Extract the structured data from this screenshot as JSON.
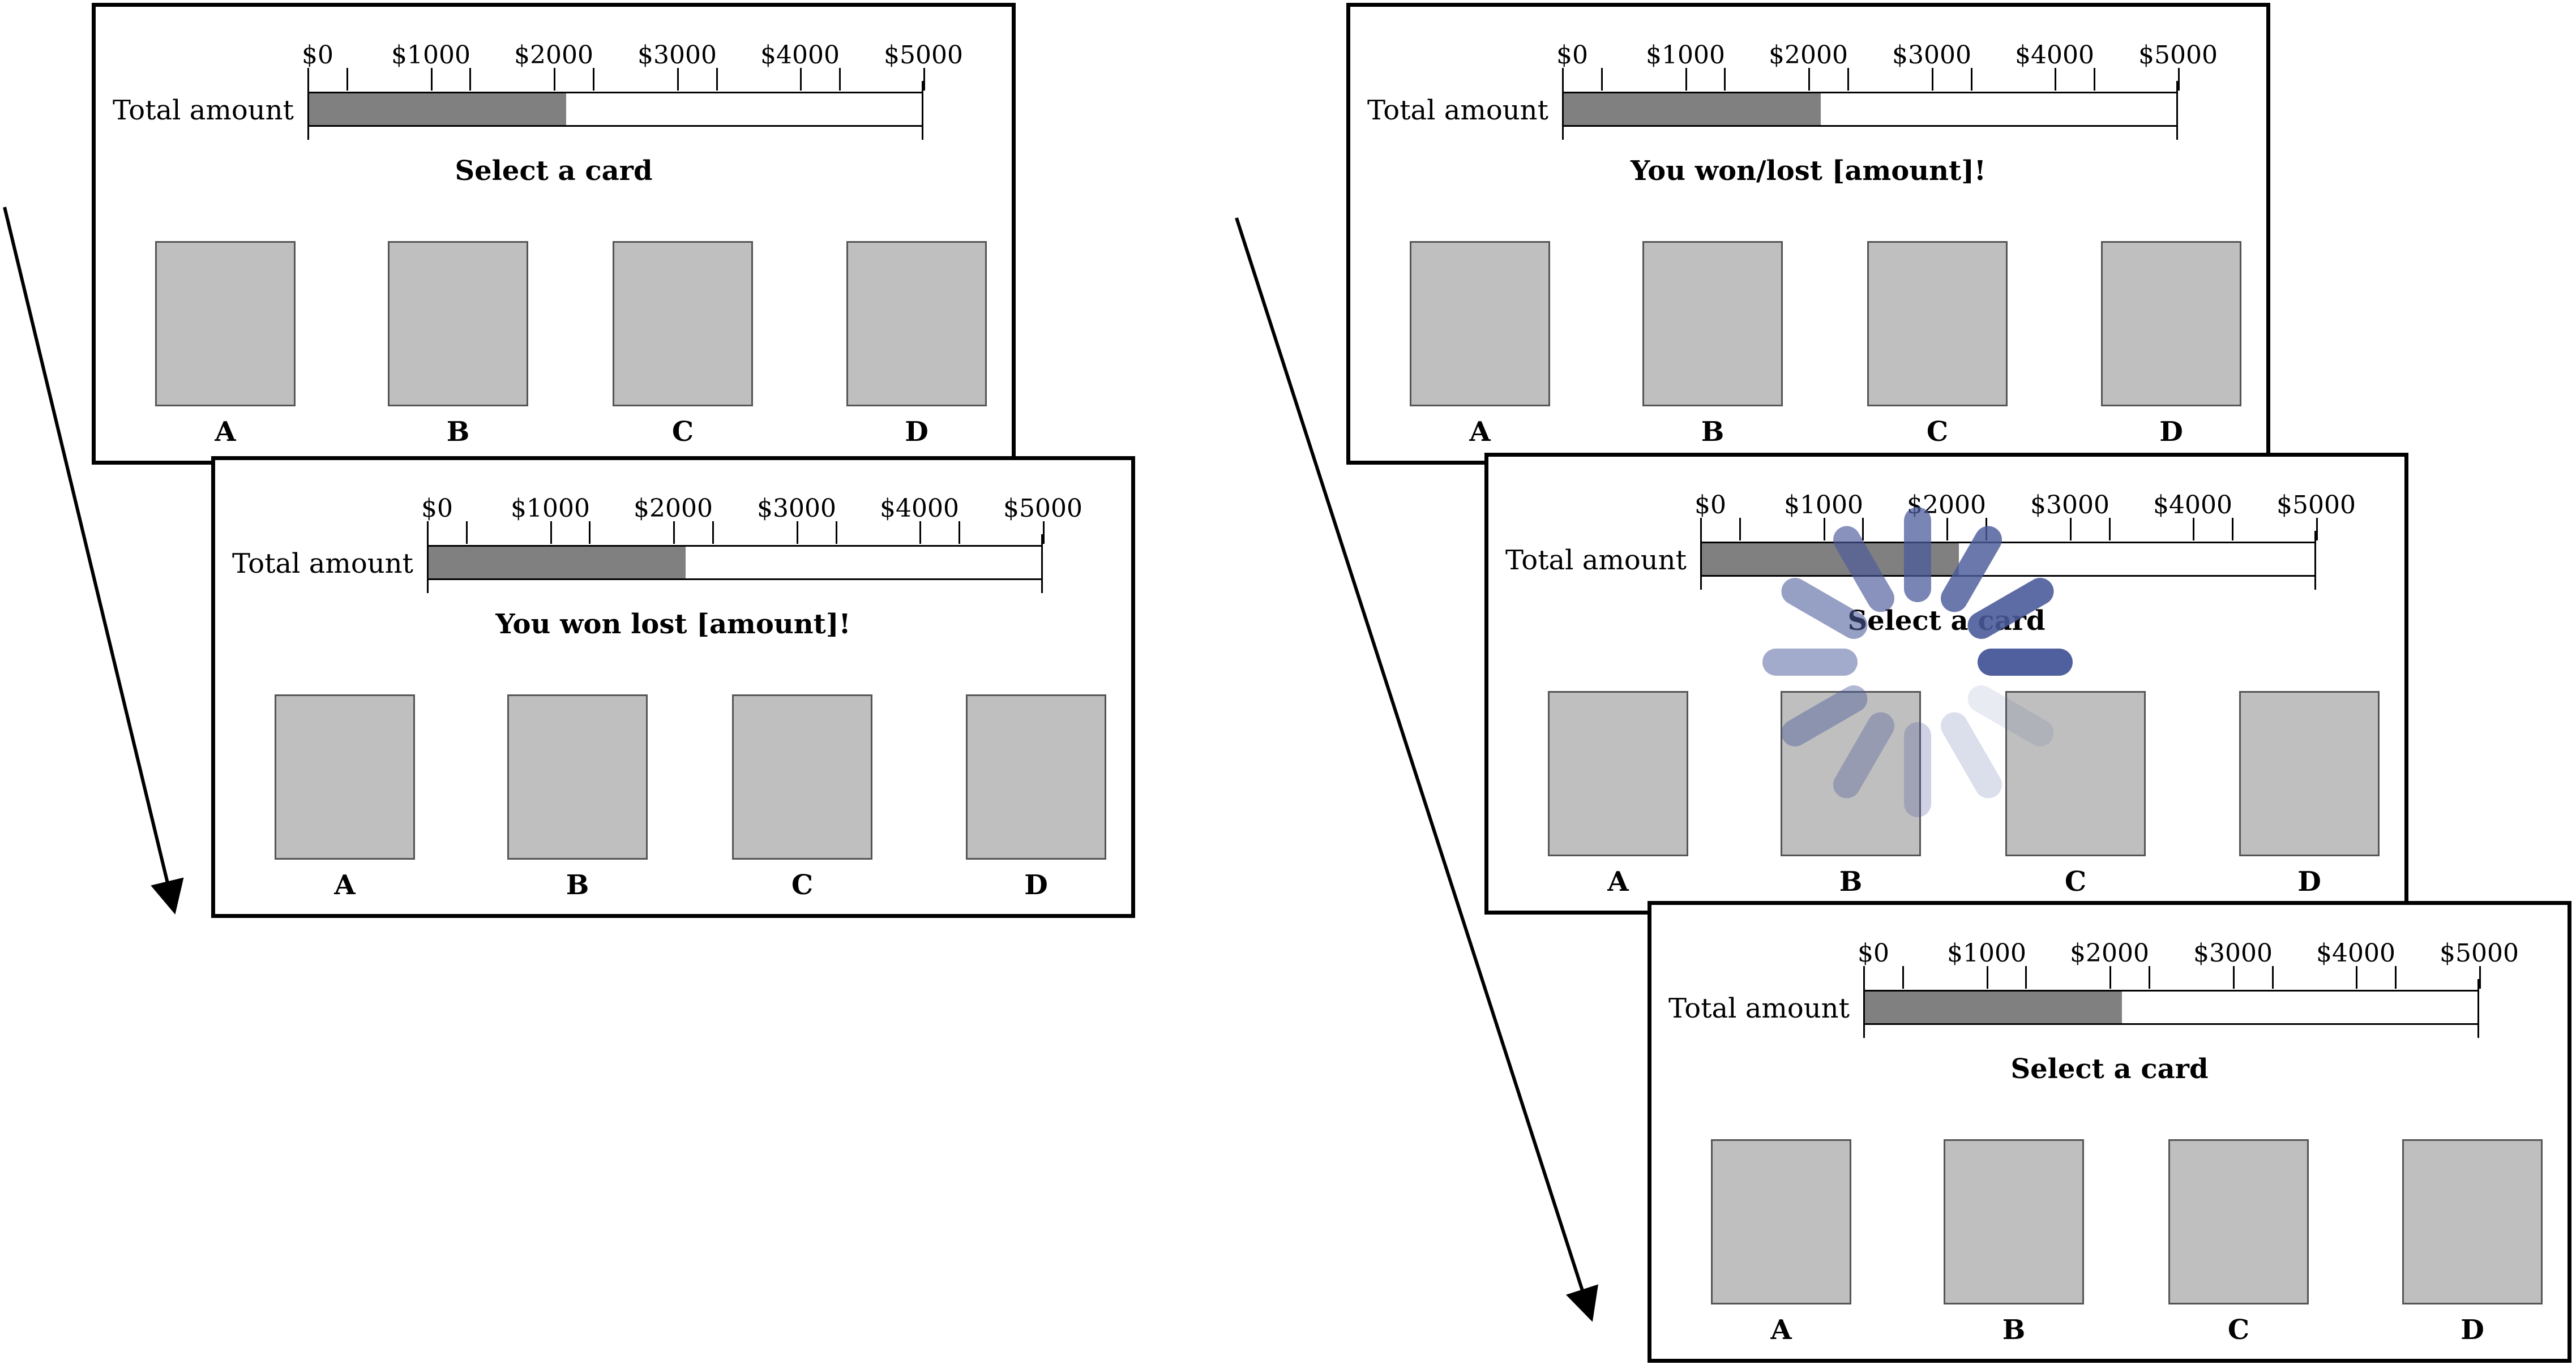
{
  "screens": [
    {
      "id": "left-1",
      "total_label": "Total amount",
      "prompt": "Select a card",
      "fill": 0.42
    },
    {
      "id": "left-2",
      "total_label": "Total amount",
      "prompt": "You won lost [amount]!",
      "fill": 0.42
    },
    {
      "id": "right-1",
      "total_label": "Total amount",
      "prompt": "You won/lost [amount]!",
      "fill": 0.42
    },
    {
      "id": "right-2",
      "total_label": "Total amount",
      "prompt": "Select a card",
      "fill": 0.42
    },
    {
      "id": "right-3",
      "total_label": "Total amount",
      "prompt": "Select a card",
      "fill": 0.42
    }
  ],
  "scale": {
    "ticks": [
      "$0",
      "$1000",
      "$2000",
      "$3000",
      "$4000",
      "$5000"
    ],
    "max": 5000
  },
  "cards": [
    "A",
    "B",
    "C",
    "D"
  ],
  "colors": {
    "bar_fill": "#808080",
    "card": "#bfbfbf",
    "spinner": "#4a5a9a"
  }
}
